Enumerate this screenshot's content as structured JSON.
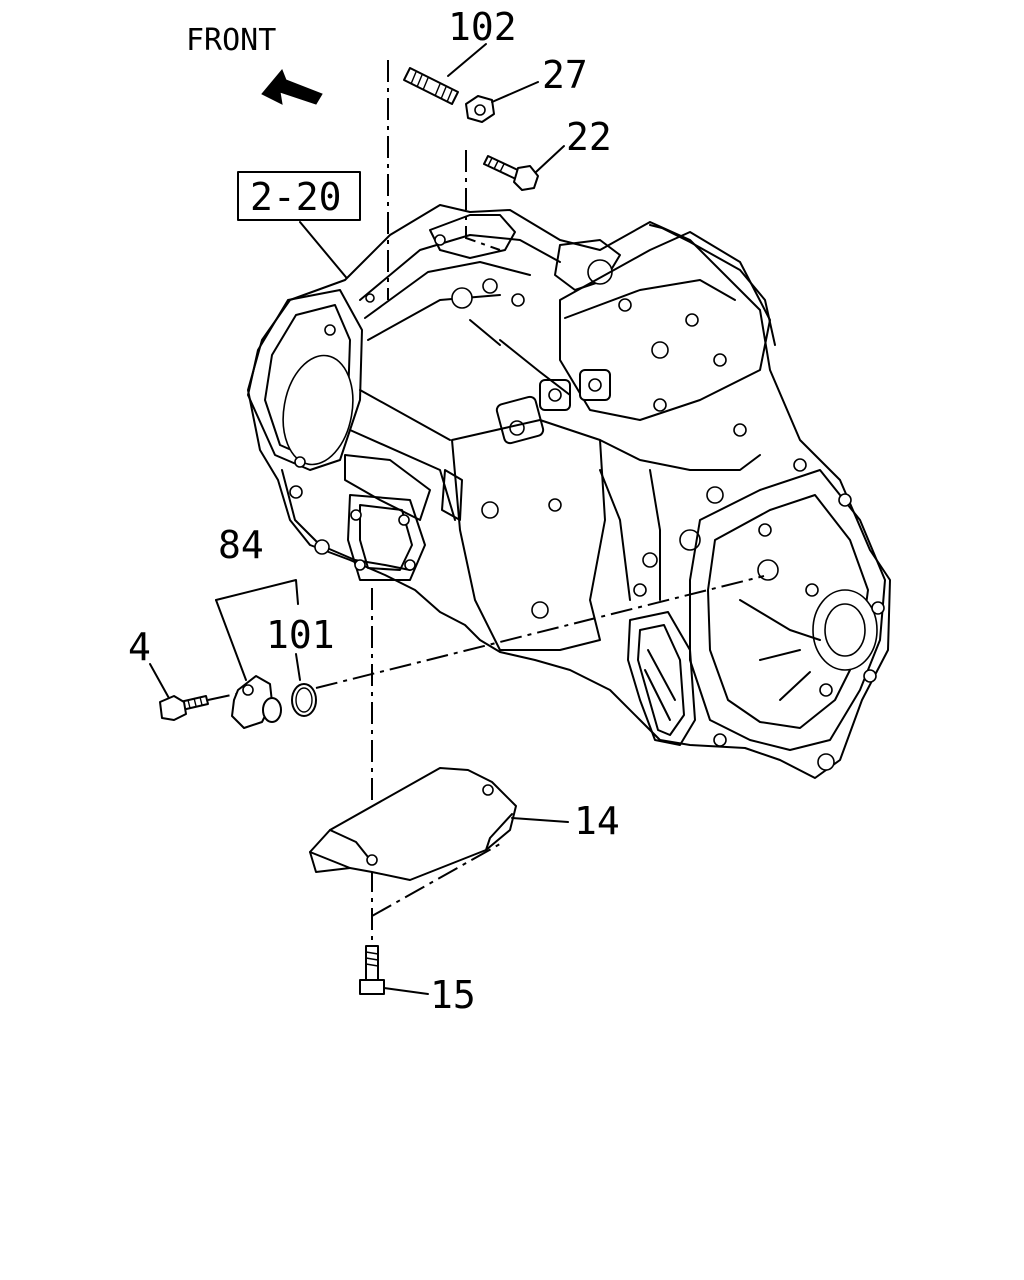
{
  "direction_label": "FRONT",
  "reference_box": "2-20",
  "callouts": {
    "c102": "102",
    "c27": "27",
    "c22": "22",
    "c84": "84",
    "c4": "4",
    "c101": "101",
    "c14": "14",
    "c15": "15"
  }
}
